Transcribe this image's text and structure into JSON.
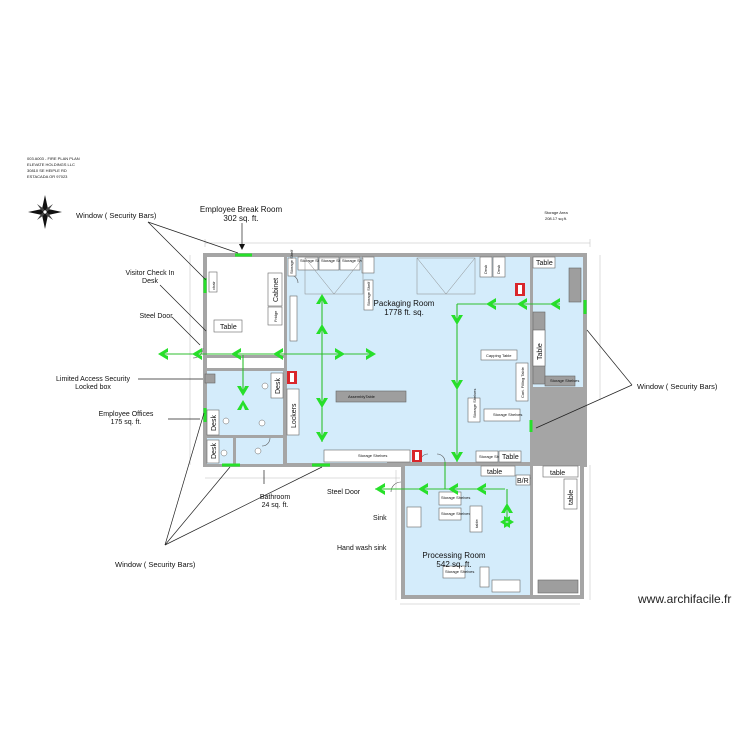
{
  "title_block": {
    "lines": [
      "003 A003 - FIRE PLAN PLAN",
      "ELEVATE HOLDINGS LLC",
      "30810 SE HEIPLE RD",
      "ESTACADA OR 97023"
    ]
  },
  "rooms": {
    "break_room": {
      "name": "Employee Break Room",
      "area": "302 sq. ft."
    },
    "storage_area": {
      "name": "Storage Area",
      "area": "208.17 sq.ft."
    },
    "packaging_room": {
      "name": "Packaging Room",
      "area": "1778 ft. sq."
    },
    "employee_offices": {
      "name": "Employee Offices",
      "area": "175 sq. ft."
    },
    "bathroom": {
      "name": "Bathroom",
      "area": "24 sq. ft."
    },
    "processing_room": {
      "name": "Processing Room",
      "area": "542 sq. ft."
    }
  },
  "callouts": {
    "window_security_bars": "Window  ( Security Bars)",
    "visitor_checkin_1": "Visitor Check In",
    "visitor_checkin_2": "Desk",
    "steel_door": "Steel Door",
    "limited_access_1": "Limited Access Security",
    "limited_access_2": "Locked box",
    "sink": "Sink",
    "hand_wash_sink": "Hand wash sink"
  },
  "furniture": {
    "chair": "chair",
    "table": "Table",
    "table_lower": "table",
    "cabinet": "Cabinet",
    "fridge": "Fridge",
    "desk": "Desk",
    "lockers": "Lockers",
    "assembly_table": "AssemblyTable",
    "capping_table": "Capping Table",
    "cart_filling_table": "Cart. Filling Table",
    "storage_shelf": "Storage Shelf",
    "storage_shelves": "Storage Shelves",
    "br": "B/R"
  },
  "watermark": "www.archifacile.fr",
  "colors": {
    "room_fill": "#d4ecfb",
    "wall": "#a5a5a5",
    "exit_route": "#27e02a",
    "window": "#27e02a",
    "extinguisher": "#d9262b"
  },
  "icons": {
    "north_arrow": "compass-rose-icon",
    "exit_arrow": "exit-route-chevron-icon",
    "extinguisher": "fire-extinguisher-icon"
  }
}
